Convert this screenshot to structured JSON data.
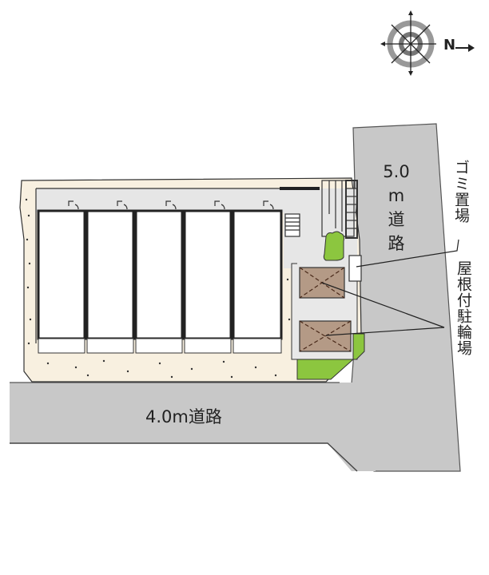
{
  "map": {
    "type": "site-plan",
    "compass": {
      "icon": "compass-rose-icon",
      "north_label": "N",
      "north_direction": "right"
    },
    "roads": [
      {
        "id": "bottom",
        "label": "4.0m道路",
        "width_m": 4.0,
        "color": "#c8c8c8"
      },
      {
        "id": "right",
        "label_lines": [
          "5.0",
          "m",
          "道",
          "路"
        ],
        "width_m": 5.0,
        "color": "#c8c8c8"
      }
    ],
    "annotations": {
      "trash": "ゴミ置場",
      "bike_parking": "屋根付駐輪場"
    },
    "units": {
      "count": 5
    },
    "colors": {
      "lot_fill": "#f8f0e0",
      "walkway": "#e6e6e6",
      "building": "#ffffff",
      "wall": "#2a2a2a",
      "bike_roof": "#b49a86",
      "greenery": "#8cc63f",
      "road": "#c8c8c8"
    }
  }
}
